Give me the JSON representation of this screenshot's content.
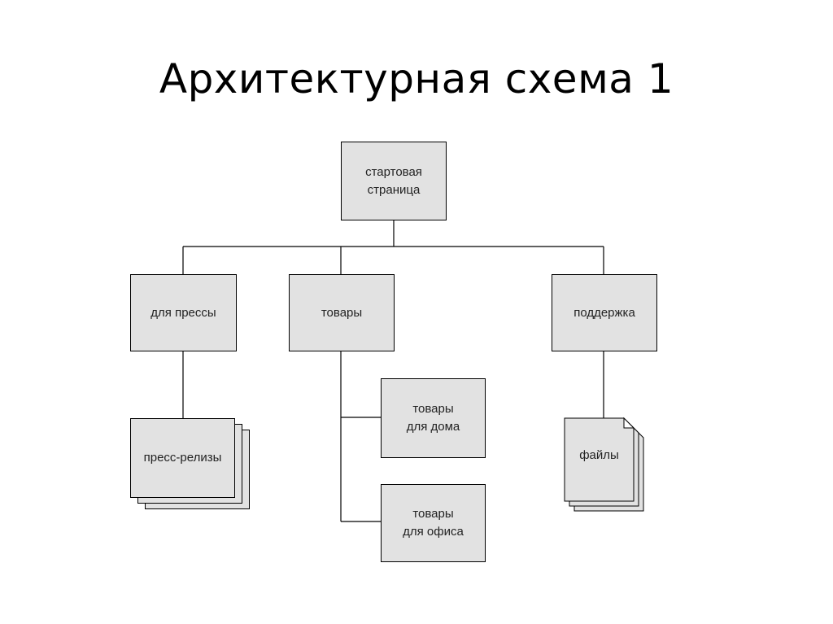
{
  "title": "Архитектурная схема 1",
  "nodes": {
    "start_page": "стартовая\nстраница",
    "press": "для прессы",
    "products": "товары",
    "support": "поддержка",
    "press_releases": "пресс-релизы",
    "home_products": "товары\nдля дома",
    "office_products": "товары\nдля офиса",
    "files": "файлы"
  },
  "colors": {
    "box_fill": "#e2e2e2",
    "line": "#000000",
    "text": "#222222"
  }
}
